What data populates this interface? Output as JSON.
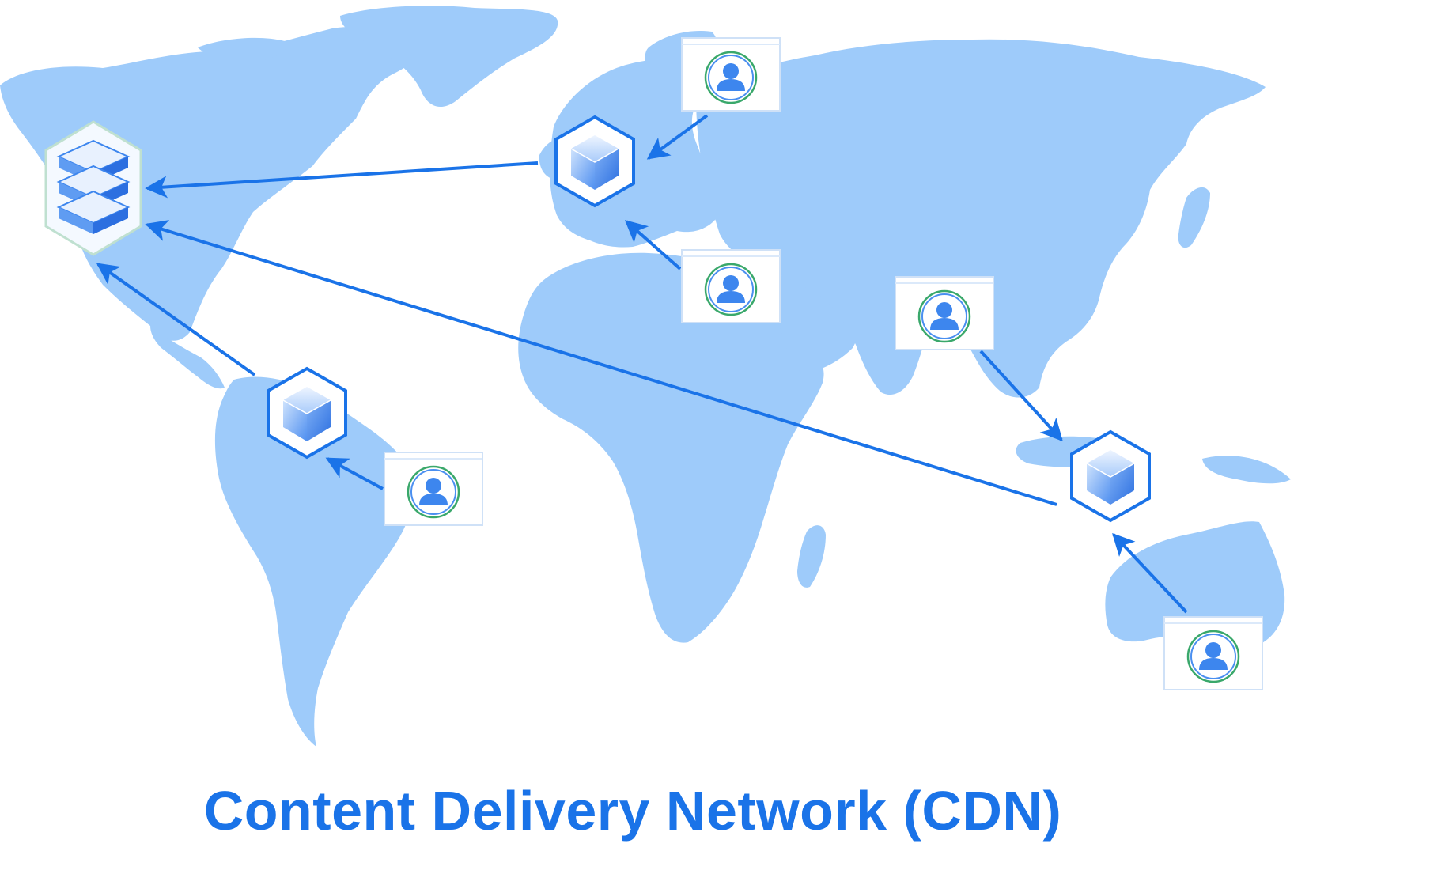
{
  "caption": "Content Delivery Network (CDN)",
  "colors": {
    "map": "#9ecbfa",
    "accent": "#1a73e8",
    "node_face": "#5f9cf2",
    "user_ring": "#3aa86b"
  },
  "nodes": [
    {
      "id": "origin",
      "type": "origin-server",
      "icon": "server-stack-icon"
    },
    {
      "id": "edge-europe",
      "type": "edge-server",
      "icon": "cube-icon"
    },
    {
      "id": "edge-south-america",
      "type": "edge-server",
      "icon": "cube-icon"
    },
    {
      "id": "edge-southeast-asia",
      "type": "edge-server",
      "icon": "cube-icon"
    }
  ],
  "users": [
    {
      "id": "user-north-europe",
      "icon": "user-icon",
      "connects_to": "edge-europe"
    },
    {
      "id": "user-middle-east",
      "icon": "user-icon",
      "connects_to": "edge-europe"
    },
    {
      "id": "user-south-america",
      "icon": "user-icon",
      "connects_to": "edge-south-america"
    },
    {
      "id": "user-india",
      "icon": "user-icon",
      "connects_to": "edge-southeast-asia"
    },
    {
      "id": "user-australia",
      "icon": "user-icon",
      "connects_to": "edge-southeast-asia"
    }
  ],
  "edges": [
    {
      "from": "edge-europe",
      "to": "origin"
    },
    {
      "from": "edge-south-america",
      "to": "origin"
    },
    {
      "from": "edge-southeast-asia",
      "to": "origin"
    },
    {
      "from": "user-north-europe",
      "to": "edge-europe"
    },
    {
      "from": "user-middle-east",
      "to": "edge-europe"
    },
    {
      "from": "user-south-america",
      "to": "edge-south-america"
    },
    {
      "from": "user-india",
      "to": "edge-southeast-asia"
    },
    {
      "from": "user-australia",
      "to": "edge-southeast-asia"
    }
  ]
}
